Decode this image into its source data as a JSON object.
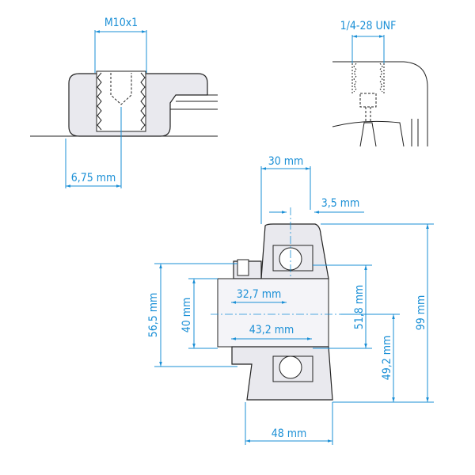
{
  "title": "Bearing unit dimensional drawing",
  "dimensions": {
    "thread_metric": "M10x1",
    "thread_inch": "1/4-28 UNF",
    "screw_offset": "6,75 mm",
    "width_top": "30 mm",
    "offset_top": "3,5 mm",
    "total_height": "99 mm",
    "center_height": "49,2 mm",
    "outer_diameter": "51,8 mm",
    "collar_diameter": "56,5 mm",
    "bore_diameter": "40 mm",
    "collar_offset": "32,7 mm",
    "inner_ring_width": "43,2 mm",
    "base_width": "48 mm"
  },
  "colors": {
    "dimension": "#1a8fd6",
    "outline": "#222222",
    "fill": "#e9e9ee"
  }
}
